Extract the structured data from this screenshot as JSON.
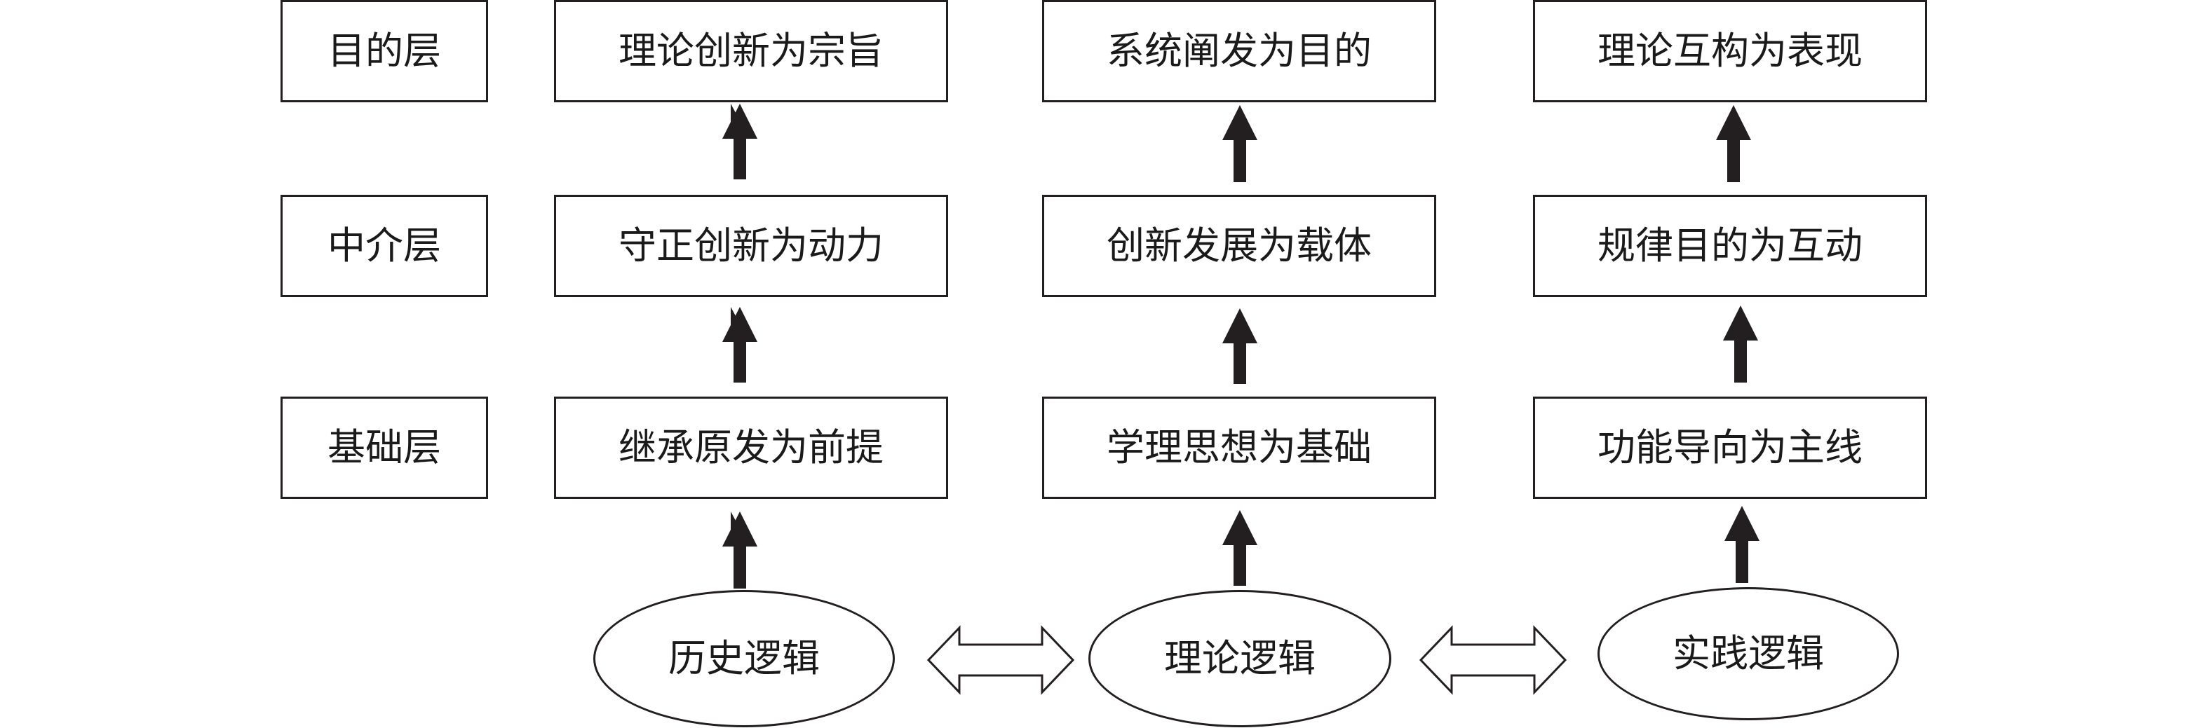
{
  "layers": {
    "purpose": "目的层",
    "intermediary": "中介层",
    "foundation": "基础层"
  },
  "columns": {
    "history": {
      "purpose": "理论创新为宗旨",
      "intermediary": "守正创新为动力",
      "foundation": "继承原发为前提",
      "logic": "历史逻辑"
    },
    "theory": {
      "purpose": "系统阐发为目的",
      "intermediary": "创新发展为载体",
      "foundation": "学理思想为基础",
      "logic": "理论逻辑"
    },
    "practice": {
      "purpose": "理论互构为表现",
      "intermediary": "规律目的为互动",
      "foundation": "功能导向为主线",
      "logic": "实践逻辑"
    }
  },
  "colors": {
    "stroke": "#231f20",
    "arrow_fill": "#231f20",
    "background": "#ffffff"
  }
}
